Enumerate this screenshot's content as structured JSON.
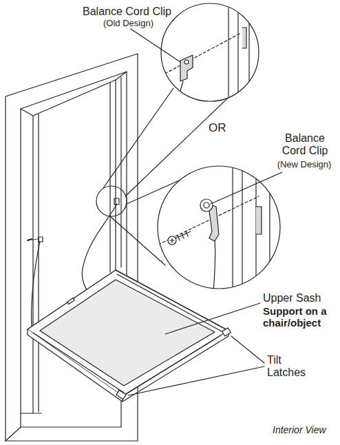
{
  "diagram": {
    "labels": [
      "Balance Cord Clip",
      "(Old Design)",
      "OR",
      "Balance Cord Clip",
      "(New Design)",
      "Upper Sash",
      "Support on a chair/object",
      "Tilt Latches",
      "Interior View"
    ]
  }
}
